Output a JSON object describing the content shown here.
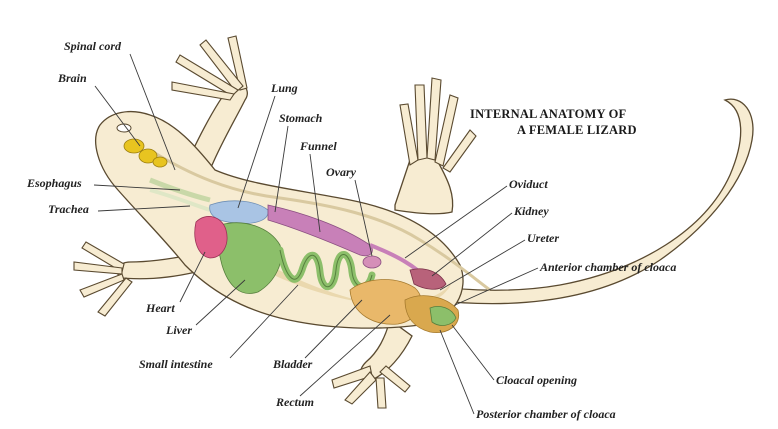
{
  "title": {
    "line1": "INTERNAL ANATOMY OF",
    "line2": "A FEMALE LIZARD"
  },
  "labels": {
    "spinal_cord": "Spinal cord",
    "brain": "Brain",
    "esophagus": "Esophagus",
    "trachea": "Trachea",
    "heart": "Heart",
    "liver": "Liver",
    "small_intestine": "Small intestine",
    "lung": "Lung",
    "stomach": "Stomach",
    "funnel": "Funnel",
    "ovary": "Ovary",
    "bladder": "Bladder",
    "rectum": "Rectum",
    "oviduct": "Oviduct",
    "kidney": "Kidney",
    "ureter": "Ureter",
    "anterior_chamber": "Anterior chamber of cloaca",
    "cloacal_opening": "Cloacal opening",
    "posterior_chamber": "Posterior chamber of cloaca"
  },
  "colors": {
    "brain": "#e8c420",
    "heart": "#e0608a",
    "liver_intestine": "#8cbf6a",
    "lung": "#a9c4e4",
    "oviduct": "#c880b8",
    "bladder_cloaca": "#e9b86a",
    "body": "#f7ecd2"
  }
}
